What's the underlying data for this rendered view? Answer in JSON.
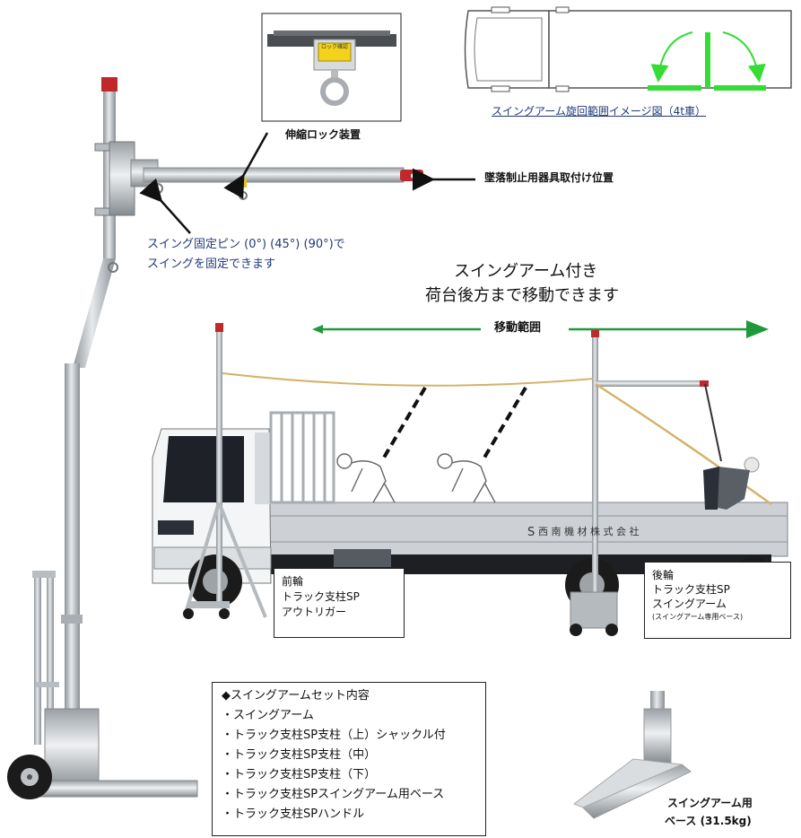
{
  "labels": {
    "lock_device": "伸縮ロック装置",
    "lock_tag": "ロック確認",
    "fall_arrest_position": "墜落制止用器具取付け位置",
    "swing_pin_line1": "スイング固定ピン (0°) (45°) (90°)で",
    "swing_pin_line2": "スイングを固定できます",
    "headline_line1": "スイングアーム付き",
    "headline_line2": "荷台後方まで移動できます",
    "move_range": "移動範囲",
    "rotation_caption": "スイングアーム旋回範囲イメージ図（4t車）",
    "truck_logo": "S",
    "truck_company": "西 南 機 材 株 式 会 社"
  },
  "front_box": {
    "line1": "前輪",
    "line2": "トラック支柱SP",
    "line3": "アウトリガー"
  },
  "rear_box": {
    "line1": "後輪",
    "line2": "トラック支柱SP",
    "line3": "スイングアーム",
    "line4": "(スイングアーム専用ベース)"
  },
  "set_contents": {
    "title": "◆スイングアームセット内容",
    "items": [
      "・スイングアーム",
      "・トラック支柱SP支柱（上）シャックル付",
      "・トラック支柱SP支柱（中）",
      "・トラック支柱SP支柱（下）",
      "・トラック支柱SPスイングアーム用ベース",
      "・トラック支柱SPハンドル"
    ]
  },
  "base_caption": {
    "line1": "スイングアーム用",
    "line2": "ベース (31.5kg)"
  },
  "colors": {
    "text_blue": "#1f3a78",
    "rotation_green": "#33dd33",
    "move_arrow_green": "#1e9a3c",
    "steel": "#c4c8cc",
    "red_cap": "#c0282c"
  }
}
